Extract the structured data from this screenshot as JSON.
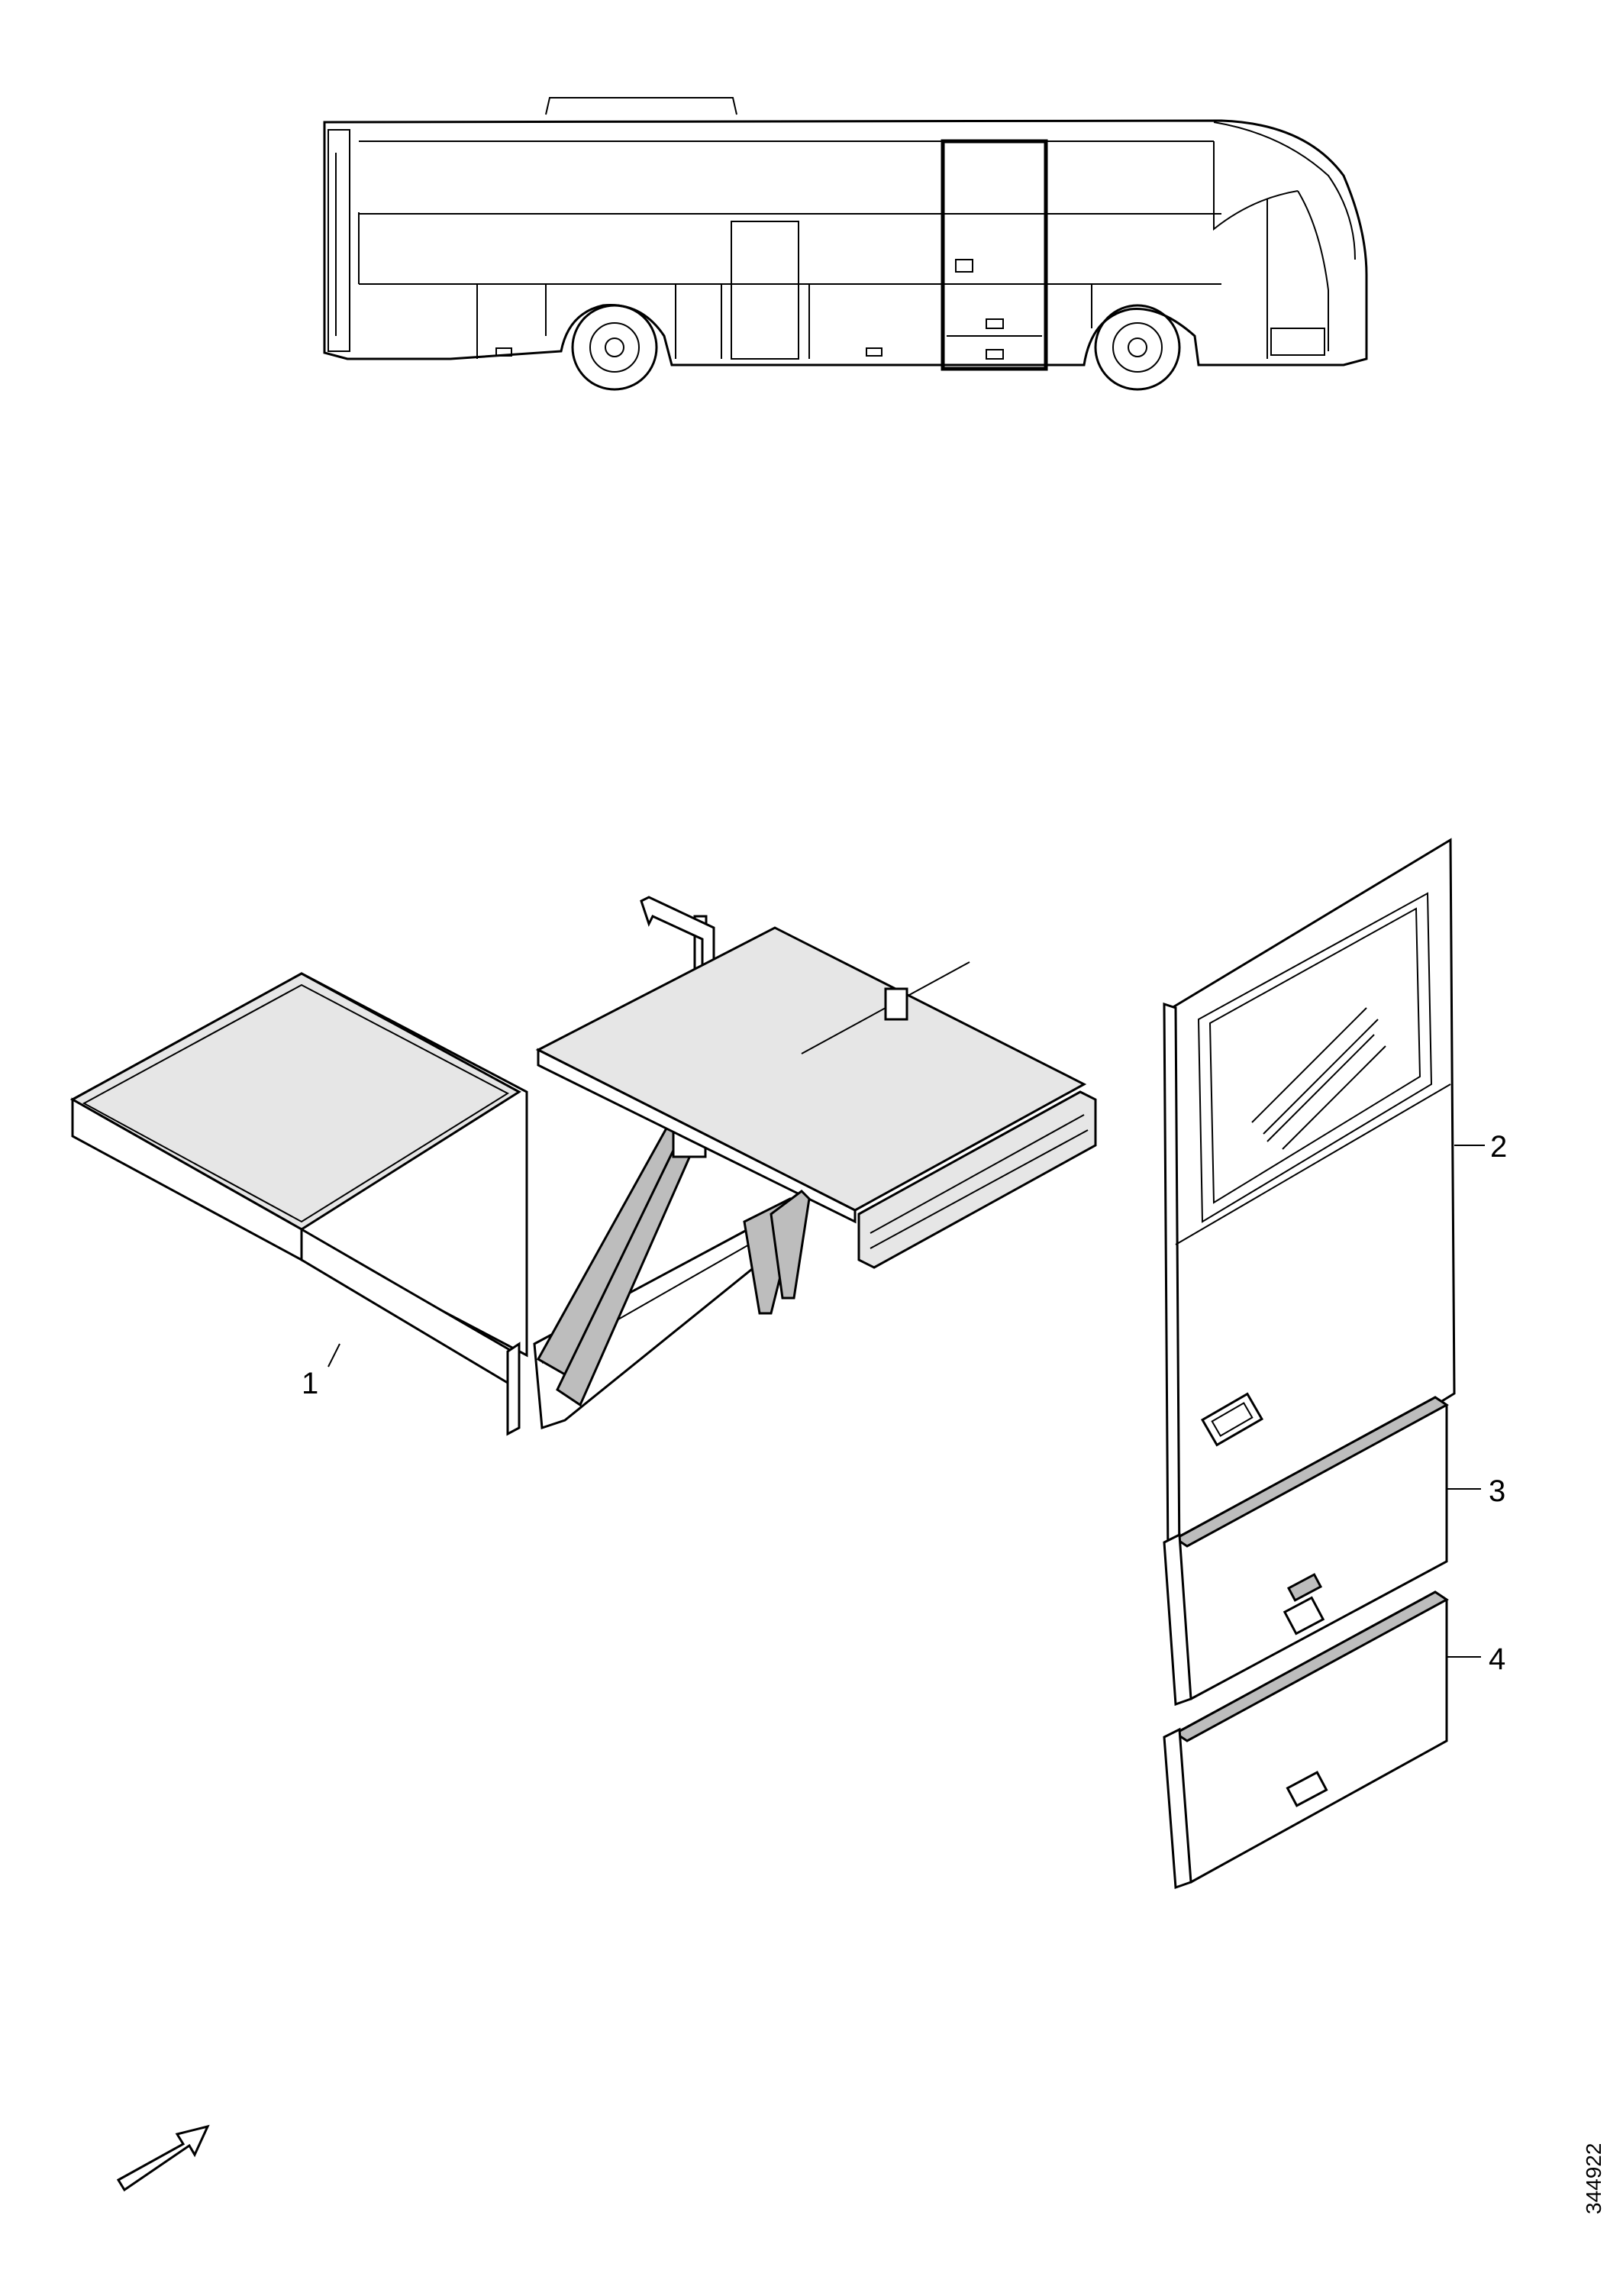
{
  "callouts": [
    {
      "id": "1",
      "label": "1"
    },
    {
      "id": "2",
      "label": "2"
    },
    {
      "id": "3",
      "label": "3"
    },
    {
      "id": "4",
      "label": "4"
    }
  ],
  "document_number": "344922",
  "icons": {
    "bus": "bus-side-view-icon",
    "direction": "direction-arrow-icon"
  },
  "colors": {
    "line": "#000000",
    "background": "#ffffff"
  }
}
